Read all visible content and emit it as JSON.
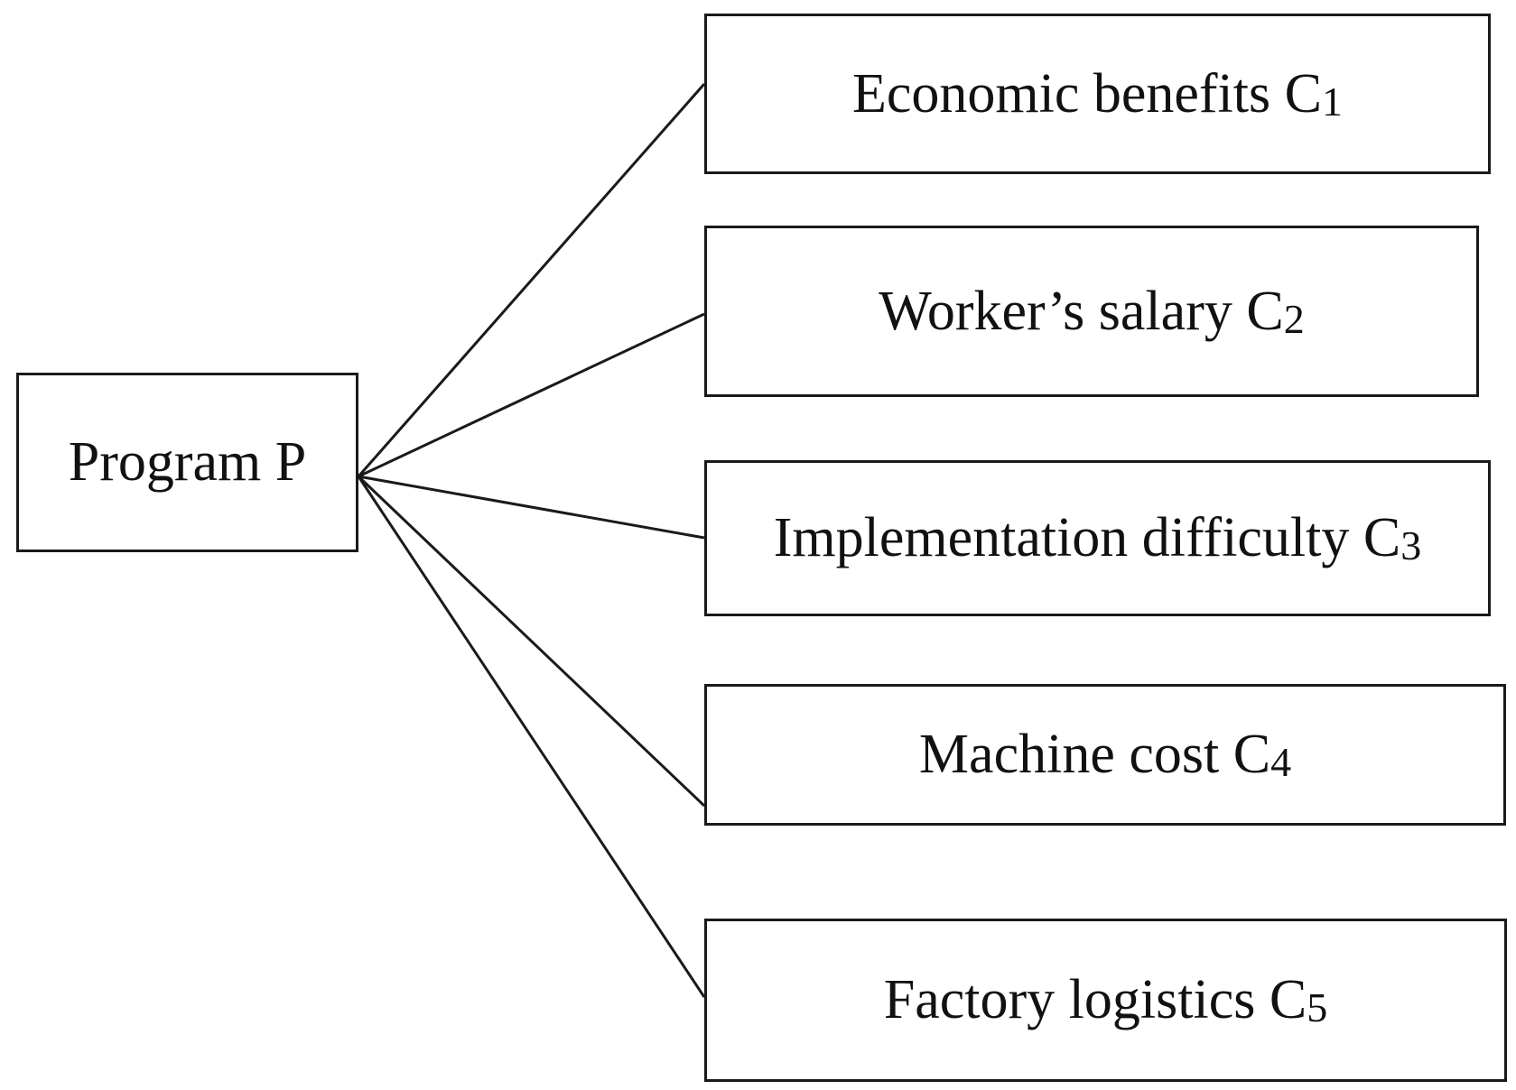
{
  "root": {
    "label": "Program P"
  },
  "criteria": [
    {
      "label": "Economic benefits",
      "code": "C1"
    },
    {
      "label": "Worker’s salary",
      "code": "C2"
    },
    {
      "label": "Implementation difficulty",
      "code": "C3"
    },
    {
      "label": "Machine cost",
      "code": "C4"
    },
    {
      "label": "Factory logistics",
      "code": "C5"
    }
  ]
}
